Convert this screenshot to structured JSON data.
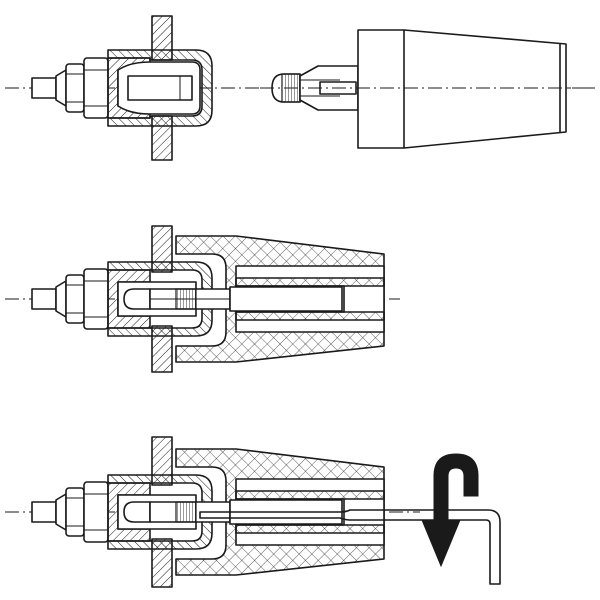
{
  "figure": {
    "kind": "technical-drawing",
    "stages": [
      "separated",
      "assembled",
      "tool-released"
    ],
    "colors": {
      "line": "#1a1a1a",
      "background": "#ffffff"
    },
    "icons": [
      "hex-nut",
      "flange-plate",
      "sleeve-housing",
      "slotted-pin",
      "insulating-cover",
      "release-tool",
      "down-arrow"
    ]
  }
}
